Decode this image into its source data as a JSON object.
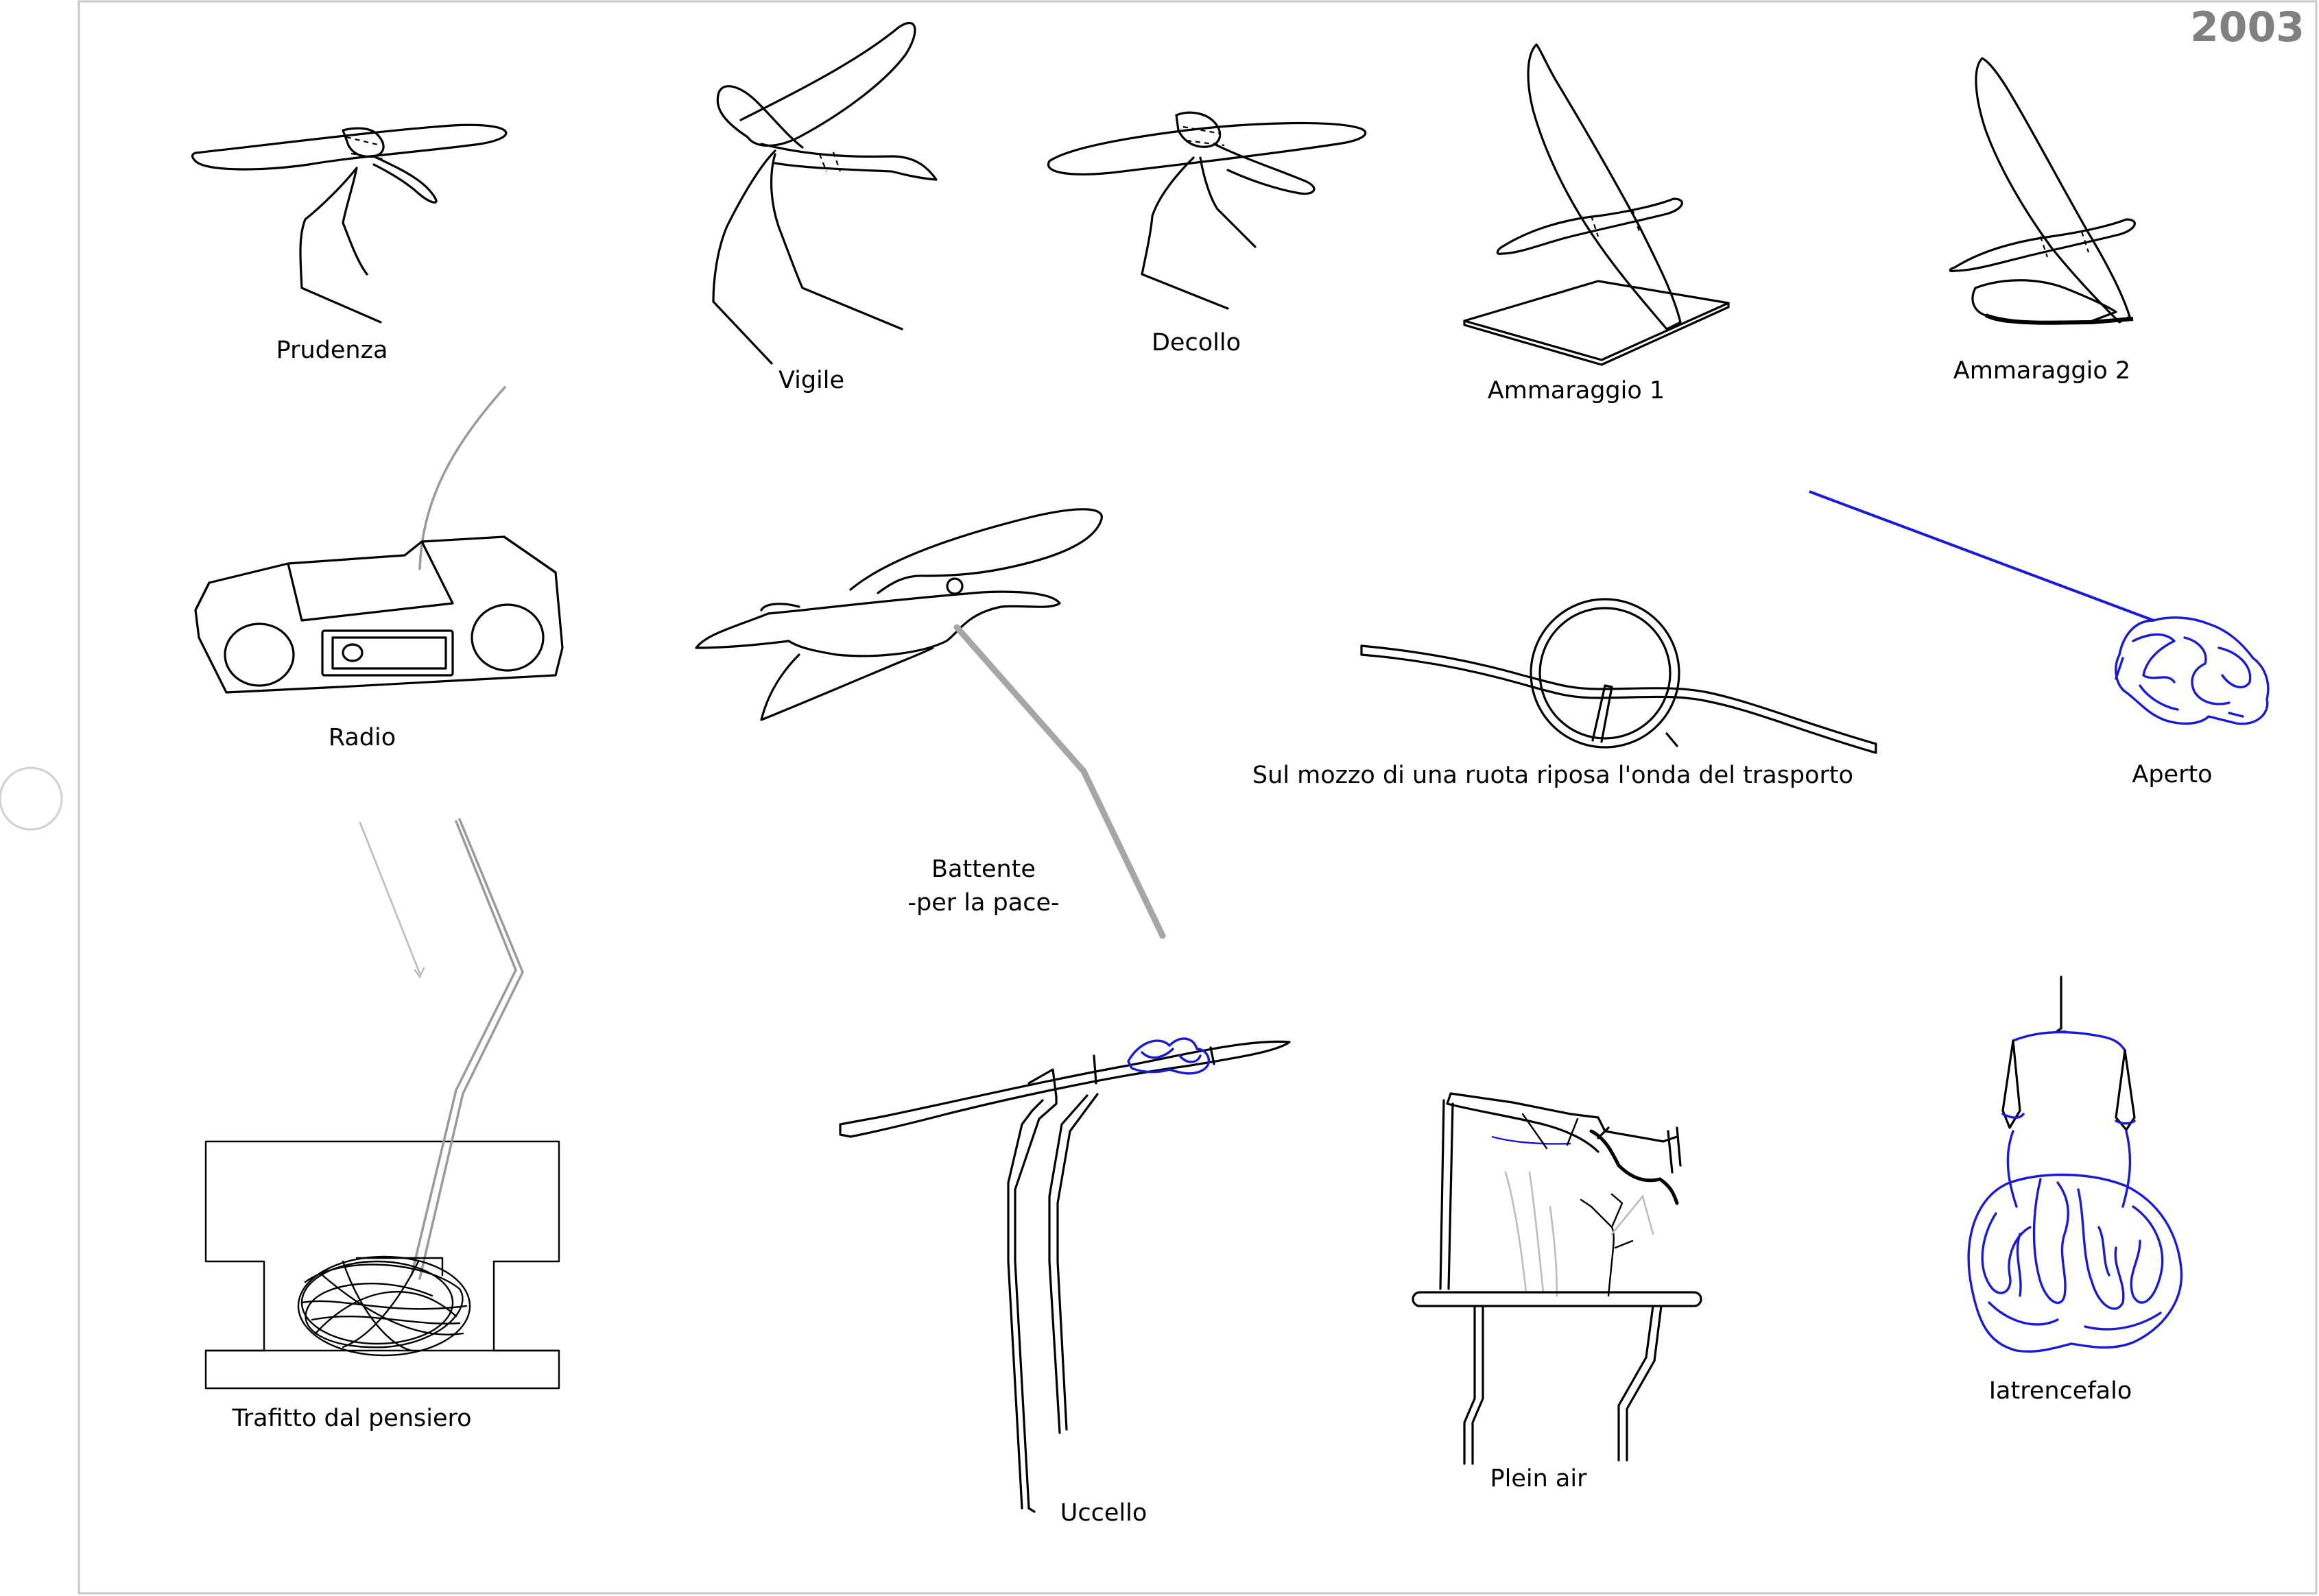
{
  "year": "2003",
  "artworks": [
    {
      "id": "prudenza",
      "title": "Prudenza"
    },
    {
      "id": "vigile",
      "title": "Vigile"
    },
    {
      "id": "decollo",
      "title": "Decollo"
    },
    {
      "id": "ammaraggio-1",
      "title": "Ammaraggio 1"
    },
    {
      "id": "ammaraggio-2",
      "title": "Ammaraggio 2"
    },
    {
      "id": "radio",
      "title": "Radio"
    },
    {
      "id": "battente",
      "title": "Battente",
      "subtitle": "-per la pace-"
    },
    {
      "id": "ruota",
      "title": "Sul mozzo di una ruota riposa l'onda del trasporto"
    },
    {
      "id": "aperto",
      "title": "Aperto"
    },
    {
      "id": "trafitto",
      "title": "Trafitto dal pensiero"
    },
    {
      "id": "uccello",
      "title": "Uccello"
    },
    {
      "id": "plein-air",
      "title": "Plein air"
    },
    {
      "id": "iatrencefalo",
      "title": "Iatrencefalo"
    }
  ],
  "colors": {
    "ink": "#000000",
    "wire_grey": "#a6a6a6",
    "wire_blue": "#1a1ad6",
    "year": "#808080",
    "frame": "#c8c8c8"
  }
}
